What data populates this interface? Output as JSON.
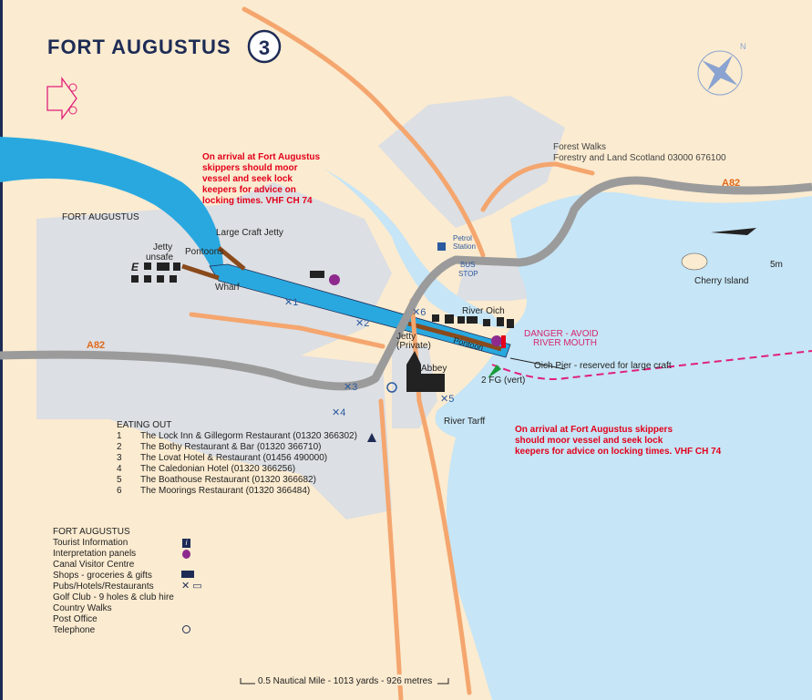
{
  "title": "FORT AUGUSTUS",
  "map_number": "3",
  "labels": {
    "town": "FORT AUGUSTUS",
    "large_craft_jetty": "Large Craft Jetty",
    "jetty_unsafe_1": "Jetty",
    "jetty_unsafe_2": "unsafe",
    "pontoons": "Pontoons",
    "wharf": "Wharf",
    "petrol_1": "Petrol",
    "petrol_2": "Station",
    "bus_1": "BUS",
    "bus_2": "STOP",
    "forest_1": "Forest Walks",
    "forest_2": "Forestry and Land Scotland 03000 676100",
    "a82_east": "A82",
    "a82_west": "A82",
    "cherry_island": "Cherry Island",
    "depth": "5m",
    "river_oich": "River Oich",
    "jetty_private_1": "Jetty",
    "jetty_private_2": "(Private)",
    "pontoon": "Pontoon",
    "abbey": "Abbey",
    "danger_1": "DANGER - AVOID",
    "danger_2": "RIVER MOUTH",
    "oich_pier": "Oich Pier - reserved for large craft",
    "light": "2 FG (vert)",
    "river_tarff": "River Tarff",
    "scale": "0.5 Nautical Mile - 1013 yards - 926 metres"
  },
  "notice_top": [
    "On arrival at Fort Augustus",
    "skippers should moor",
    "vessel and seek lock",
    "keepers for advice on",
    "locking times. VHF CH 74"
  ],
  "notice_bottom": [
    "On arrival at Fort Augustus skippers",
    "should moor vessel and seek lock",
    "keepers for advice on locking times. VHF CH 74"
  ],
  "eateries_markers": [
    "1",
    "2",
    "3",
    "4",
    "5",
    "6"
  ],
  "eating_out": {
    "heading": "EATING OUT",
    "items": [
      {
        "n": "1",
        "name": "The Lock Inn & Gillegorm Restaurant (01320 366302)"
      },
      {
        "n": "2",
        "name": "The Bothy Restaurant & Bar (01320 366710)"
      },
      {
        "n": "3",
        "name": "The Lovat Hotel & Restaurant (01456 490000)"
      },
      {
        "n": "4",
        "name": "The Caledonian Hotel (01320 366256)"
      },
      {
        "n": "5",
        "name": "The Boathouse Restaurant (01320 366682)"
      },
      {
        "n": "6",
        "name": "The Moorings Restaurant (01320 366484)"
      }
    ]
  },
  "facilities": {
    "heading": "FORT AUGUSTUS",
    "items": [
      {
        "label": "Tourist Information",
        "icon": "info-icon"
      },
      {
        "label": "Interpretation panels",
        "icon": "interpretation-icon"
      },
      {
        "label": "Canal Visitor Centre",
        "icon": ""
      },
      {
        "label": "Shops - groceries & gifts",
        "icon": "shop-icon"
      },
      {
        "label": "Pubs/Hotels/Restaurants",
        "icon": "restaurant-icon"
      },
      {
        "label": "Golf Club - 9 holes & club hire",
        "icon": ""
      },
      {
        "label": "Country Walks",
        "icon": ""
      },
      {
        "label": "Post Office",
        "icon": ""
      },
      {
        "label": "Telephone",
        "icon": "telephone-icon"
      }
    ]
  },
  "colors": {
    "water": "#29a8df",
    "loch": "#c6e5f6",
    "land": "#dcdfe3",
    "road": "#9b9b9b",
    "path": "#f4a66e",
    "pontoon": "#8a4a1c",
    "navy": "#1d2b55"
  }
}
